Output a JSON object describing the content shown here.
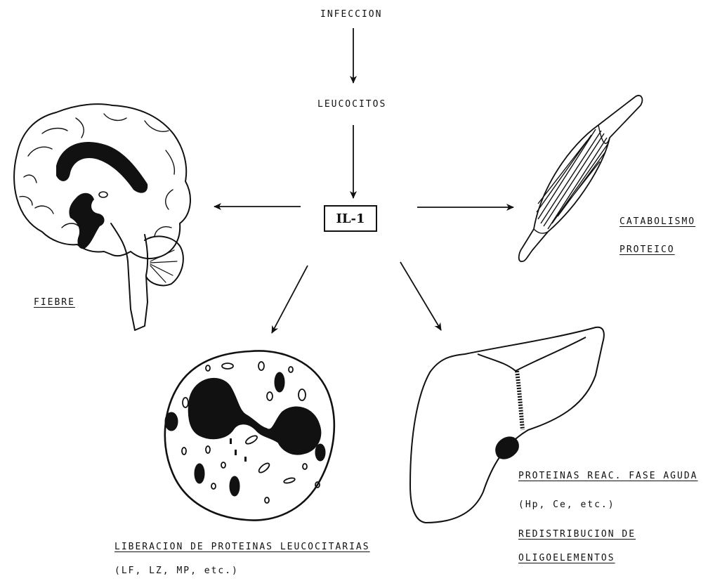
{
  "flow": {
    "infection": "INFECCION",
    "leukocytes": "LEUCOCITOS",
    "center": "IL-1"
  },
  "effects": {
    "fever": "FIEBRE",
    "catabolism_line1": "CATABOLISMO",
    "catabolism_line2": "PROTEICO",
    "leukocyte_proteins": "LIBERACION DE PROTEINAS LEUCOCITARIAS",
    "leukocyte_proteins_examples": "(LF, LZ, MP, etc.)",
    "acute_phase": "PROTEINAS REAC. FASE AGUDA",
    "acute_phase_examples": "(Hp, Ce, etc.)",
    "redistribution_line1": "REDISTRIBUCION DE",
    "redistribution_line2": "OLIGOELEMENTOS"
  },
  "icons": [
    "brain-icon",
    "muscle-icon",
    "leukocyte-cell-icon",
    "liver-icon"
  ]
}
